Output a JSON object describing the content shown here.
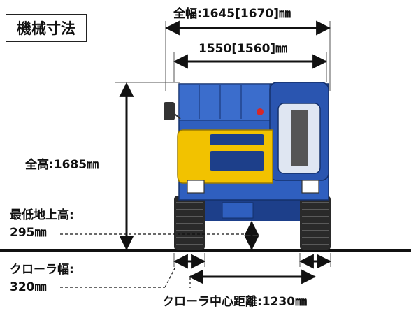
{
  "title": "機械寸法",
  "dimensions": {
    "overall_width": "全幅:1645[1670]㎜",
    "inner_width": "1550[1560]㎜",
    "overall_height": "全高:1685㎜",
    "ground_clearance_label": "最低地上高:",
    "ground_clearance_value": "295㎜",
    "track_width_label": "クローラ幅:",
    "track_width_value": "320㎜",
    "track_center_distance": "クローラ中心距離:1230㎜"
  },
  "colors": {
    "body_blue": "#2f5fbf",
    "body_blue_dark": "#1d3f8a",
    "hood_yellow": "#f2c200",
    "track_black": "#2a2a2a",
    "dimension_line": "#111111"
  }
}
